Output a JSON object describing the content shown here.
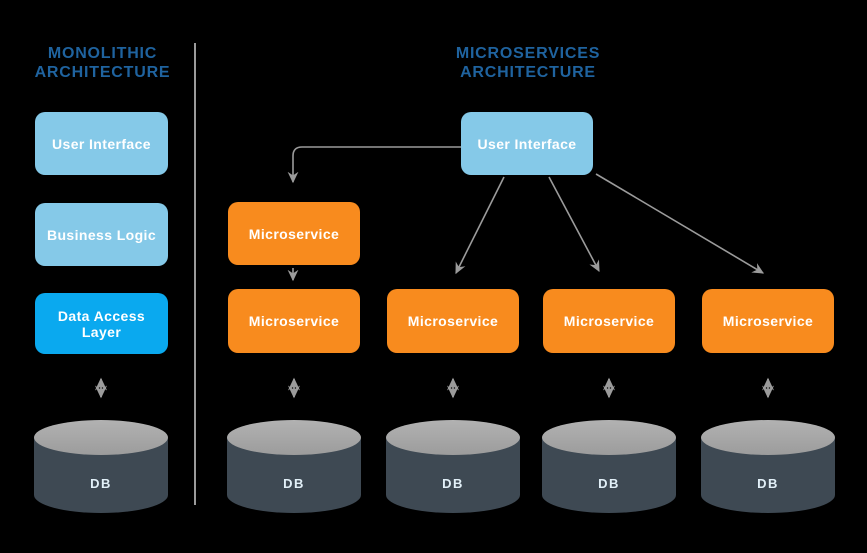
{
  "diagram": {
    "background_color": "#000000",
    "divider_color": "#9b9b9b",
    "arrow_color": "#9b9b9b"
  },
  "monolithic": {
    "title_line1": "MONOLITHIC",
    "title_line2": "ARCHITECTURE",
    "title_color": "#1f639f",
    "layers": [
      {
        "label": "User Interface",
        "fill": "#85c9e8"
      },
      {
        "label": "Business Logic",
        "fill": "#85c9e8"
      },
      {
        "label": "Data Access Layer",
        "fill": "#0aa9ef"
      }
    ],
    "database": {
      "label": "DB",
      "body_color": "#3e4953",
      "top_color": "#a9a9a9"
    }
  },
  "microservices": {
    "title_line1": "MICROSERVICES",
    "title_line2": "ARCHITECTURE",
    "title_color": "#1f639f",
    "user_interface": {
      "label": "User Interface",
      "fill": "#85c9e8"
    },
    "service_fill": "#f88b1e",
    "services": [
      {
        "label": "Microservice"
      },
      {
        "label": "Microservice"
      },
      {
        "label": "Microservice"
      },
      {
        "label": "Microservice"
      },
      {
        "label": "Microservice"
      }
    ],
    "databases": [
      {
        "label": "DB"
      },
      {
        "label": "DB"
      },
      {
        "label": "DB"
      },
      {
        "label": "DB"
      }
    ]
  }
}
